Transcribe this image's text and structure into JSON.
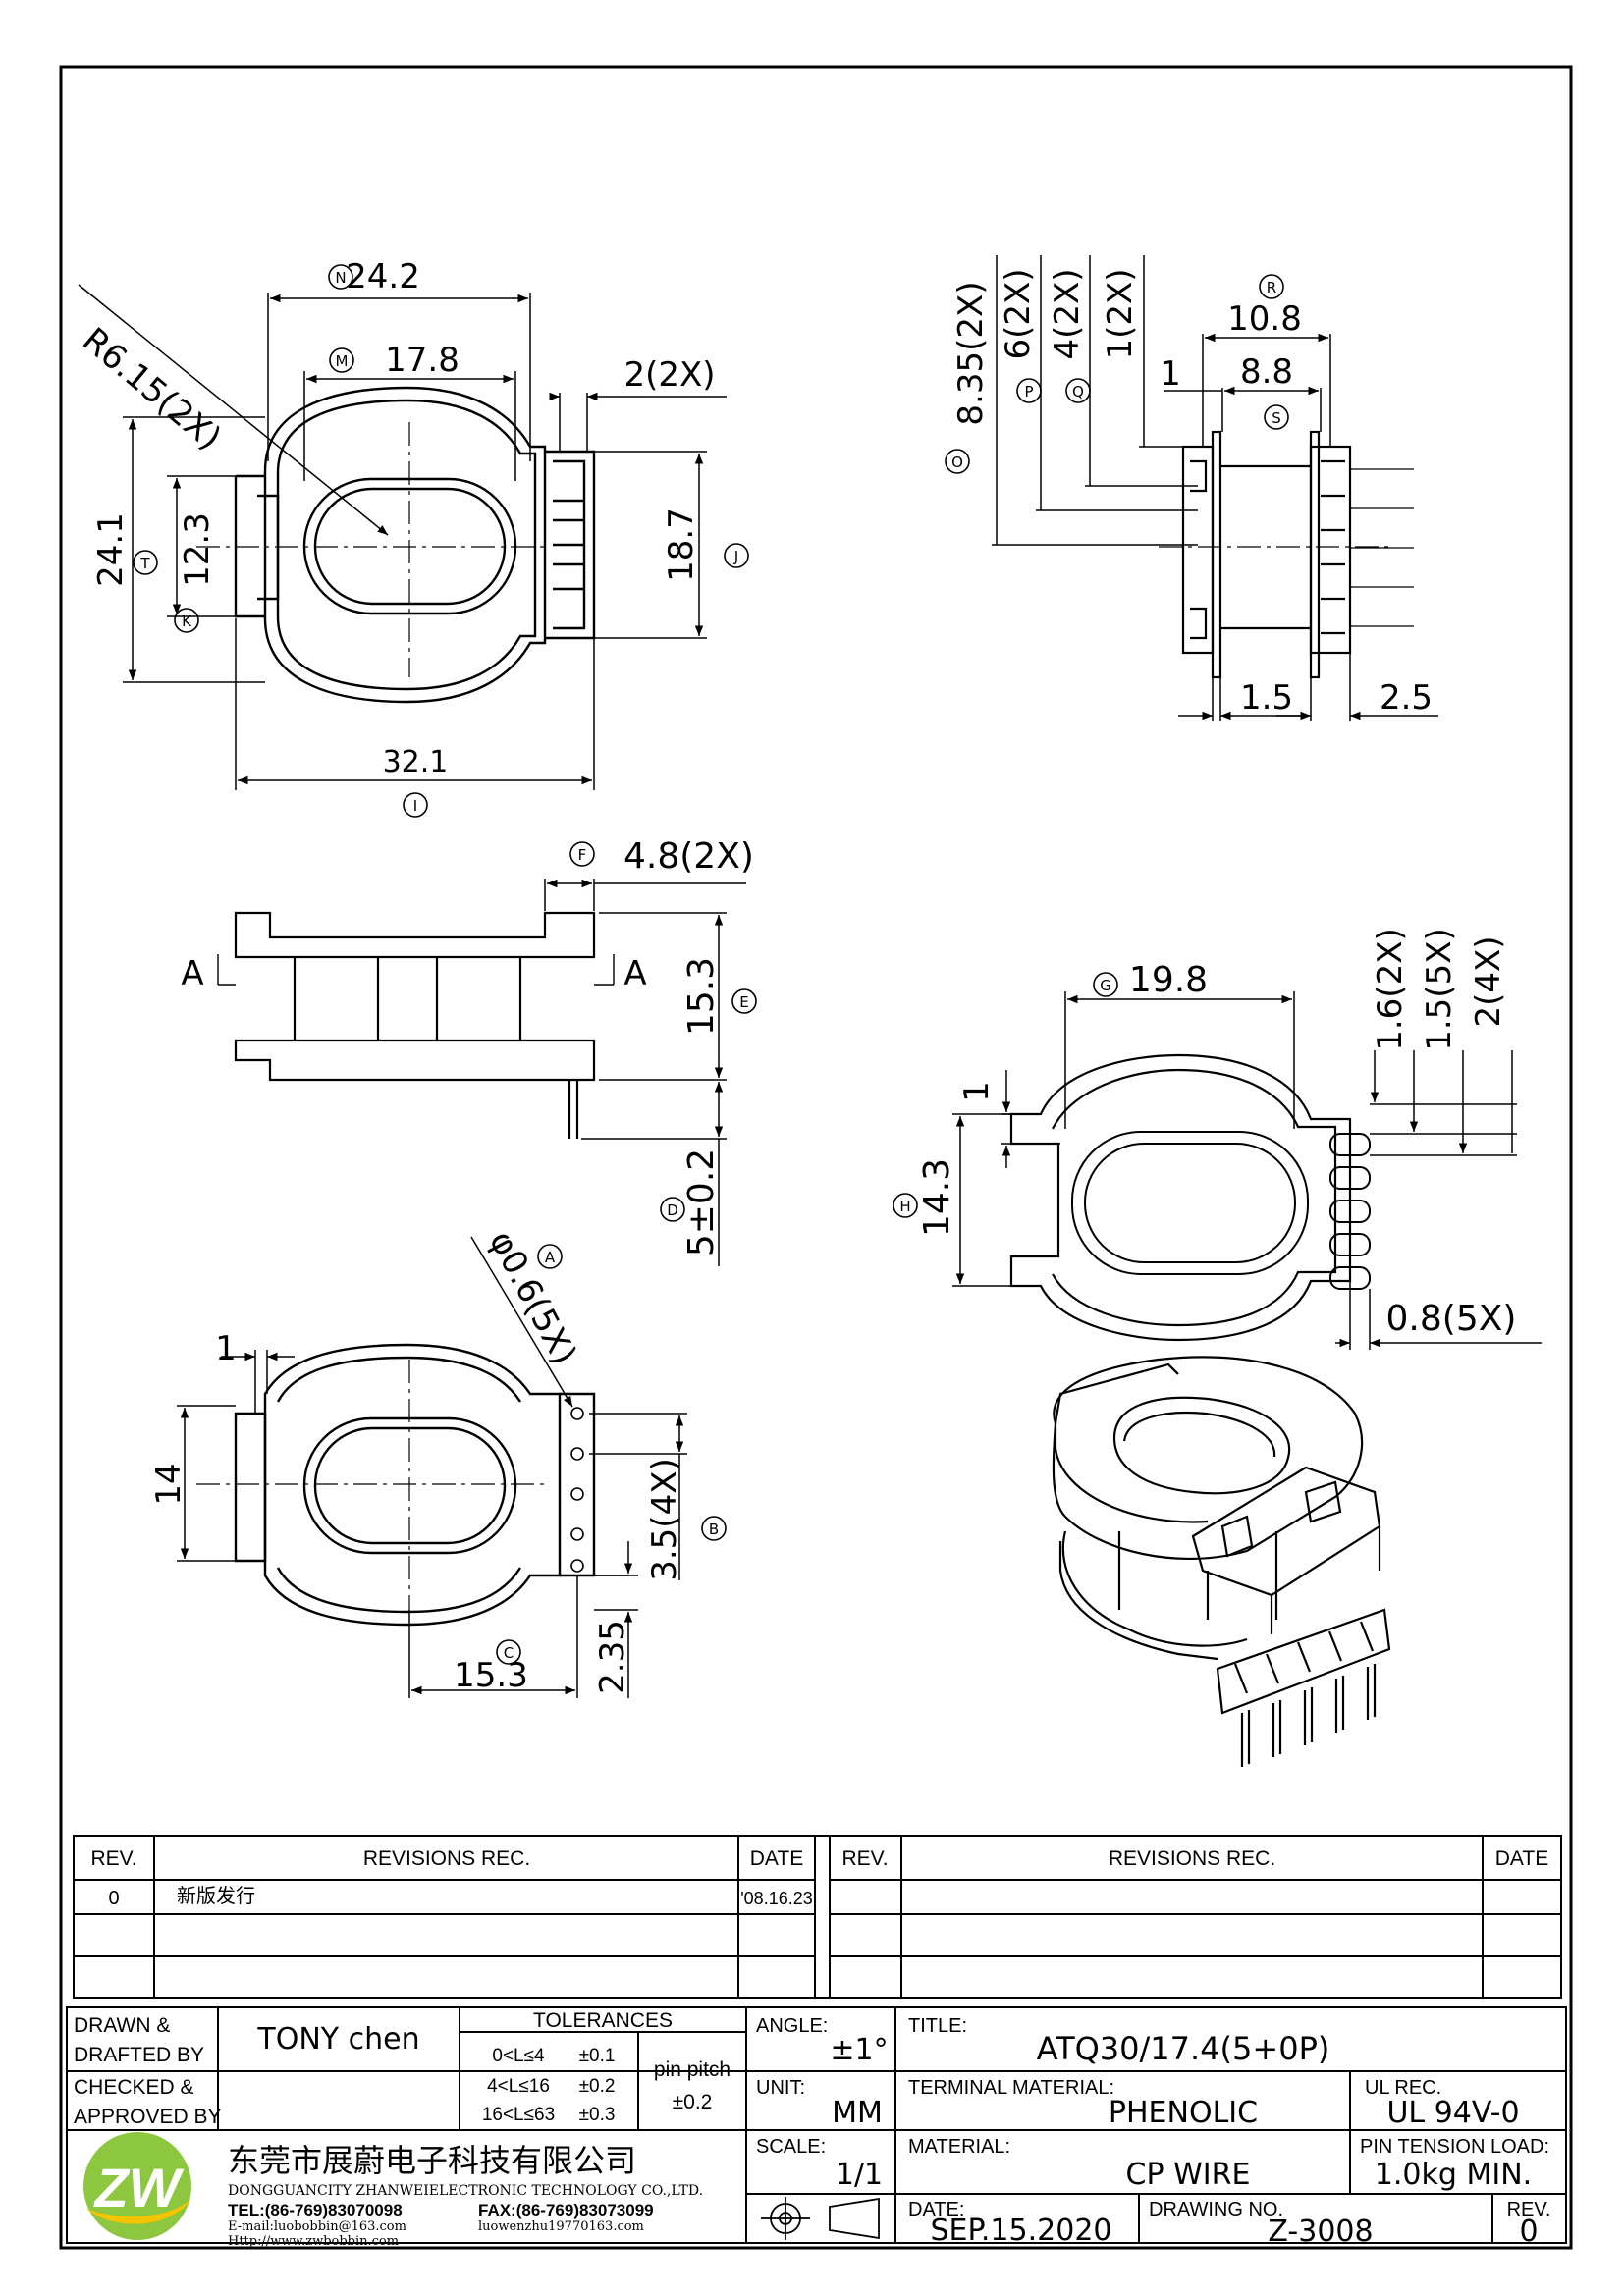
{
  "drawing": {
    "top_view": {
      "dims": {
        "n": "24.2",
        "m": "17.8",
        "r615": "R6.15(2X)",
        "w2": "2(2X)",
        "t": "24.1",
        "k": "12.3",
        "j": "18.7",
        "i": "32.1",
        "lbl_n": "N",
        "lbl_m": "M",
        "lbl_t": "T",
        "lbl_k": "K",
        "lbl_j": "J",
        "lbl_i": "I"
      }
    },
    "side_view": {
      "dims": {
        "o": "8.35(2X)",
        "p": "6(2X)",
        "q": "4(2X)",
        "one2x": "1(2X)",
        "one": "1",
        "r": "10.8",
        "s": "8.8",
        "d15": "1.5",
        "d25": "2.5",
        "lbl_o": "O",
        "lbl_p": "P",
        "lbl_q": "Q",
        "lbl_r": "R",
        "lbl_s": "S"
      }
    },
    "front_view": {
      "dims": {
        "f": "4.8(2X)",
        "e": "15.3",
        "d": "5±0.2",
        "section": "A",
        "lbl_f": "F",
        "lbl_e": "E",
        "lbl_d": "D"
      }
    },
    "section_view": {
      "dims": {
        "g": "19.8",
        "h": "14.3",
        "one": "1",
        "d16": "1.6(2X)",
        "d15": "1.5(5X)",
        "d2": "2(4X)",
        "d08": "0.8(5X)",
        "lbl_g": "G",
        "lbl_h": "H"
      }
    },
    "bottom_view": {
      "dims": {
        "a": "φ0.6(5X)",
        "one": "1",
        "fourteen": "14",
        "b": "3.5(4X)",
        "c": "15.3",
        "d235": "2.35",
        "lbl_a": "A",
        "lbl_b": "B",
        "lbl_c": "C"
      }
    }
  },
  "revisions": {
    "headers": {
      "rev": "REV.",
      "rec": "REVISIONS   REC.",
      "date": "DATE"
    },
    "rows": [
      {
        "rev": "0",
        "rec": "新版发行",
        "date": "'08.16.23"
      }
    ]
  },
  "title_block": {
    "drawn_label": "DRAWN &",
    "drafted_label": "DRAFTED BY",
    "drawn_by": "TONY chen",
    "checked_label": "CHECKED &",
    "approved_label": "APPROVED BY",
    "tolerances": {
      "title": "TOLERANCES",
      "rows": [
        {
          "range": "0<L≤4",
          "tol": "±0.1"
        },
        {
          "range": "4<L≤16",
          "tol": "±0.2"
        },
        {
          "range": "16<L≤63",
          "tol": "±0.3"
        }
      ],
      "pin_pitch_label": "pin pitch",
      "pin_pitch": "±0.2"
    },
    "angle_label": "ANGLE:",
    "angle": "±1°",
    "unit_label": "UNIT:",
    "unit": "MM",
    "scale_label": "SCALE:",
    "scale": "1/1",
    "title_label": "TITLE:",
    "title": "ATQ30/17.4(5+0P)",
    "terminal_material_label": "TERMINAL MATERIAL:",
    "terminal_material": "PHENOLIC",
    "ul_rec_label": "UL REC.",
    "ul_rec": "UL 94V-0",
    "material_label": "MATERIAL:",
    "material": "CP WIRE",
    "pin_tension_label": "PIN TENSION LOAD:",
    "pin_tension": "1.0kg MIN.",
    "date_label": "DATE:",
    "date": "SEP.15.2020",
    "drawing_no_label": "DRAWING NO.",
    "drawing_no": "Z-3008",
    "rev_label": "REV.",
    "rev": "0"
  },
  "company": {
    "name_cn": "东莞市展蔚电子科技有限公司",
    "name_en": "DONGGUANCITY ZHANWEIELECTRONIC TECHNOLOGY CO.,LTD.",
    "tel": "TEL:(86-769)83070098",
    "fax": "FAX:(86-769)83073099",
    "email": "E-mail:luobobbin@163.com",
    "email2": "luowenzhu19770163.com",
    "web": "Http://www.zwbobbin.com",
    "logo_text": "ZW",
    "logo_color": "#8dc63f",
    "logo_color2": "#f5c400"
  }
}
